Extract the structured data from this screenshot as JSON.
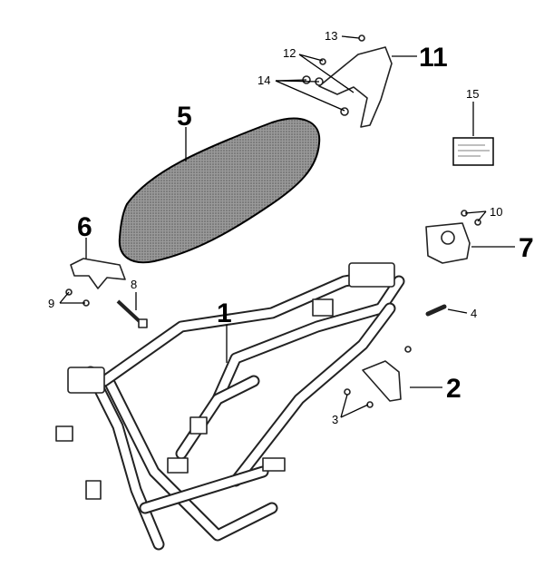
{
  "labels": {
    "p1": "1",
    "p2": "2",
    "p3": "3",
    "p4": "4",
    "p5": "5",
    "p6": "6",
    "p7": "7",
    "p8": "8",
    "p9": "9",
    "p10": "10",
    "p11": "11",
    "p12": "12",
    "p13": "13",
    "p14": "14",
    "p15": "15"
  },
  "colors": {
    "seat_fill": "#8c8c8c",
    "line": "#000000"
  }
}
